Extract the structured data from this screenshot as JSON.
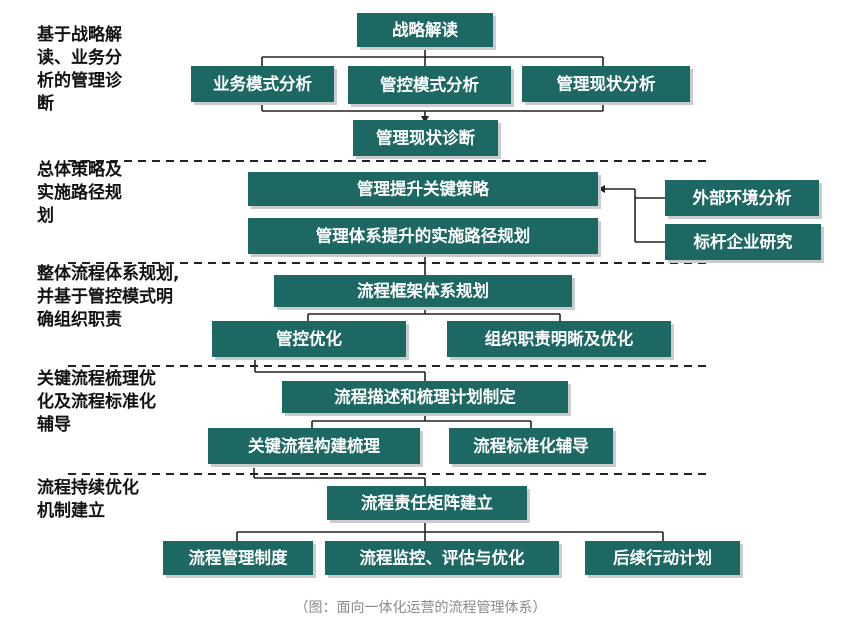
{
  "phases": [
    [
      "基于战略解",
      "读、业务分",
      "析的管理诊",
      "断"
    ],
    [
      "总体策略及",
      "实施路径规",
      "划"
    ],
    [
      "整体流程体系规划,",
      "并基于管控模式明",
      "确组织职责"
    ],
    [
      "关键流程梳理优",
      "化及流程标准化",
      "辅导"
    ],
    [
      "流程持续优化",
      "机制建立"
    ]
  ],
  "boxes": {
    "strategy_reading": "战略解读",
    "business_model_analysis": "业务模式分析",
    "control_model_analysis": "管控模式分析",
    "management_status_analysis": "管理现状分析",
    "management_diagnosis": "管理现状诊断",
    "key_strategy": "管理提升关键策略",
    "implementation_path": "管理体系提升的实施路径规划",
    "external_environment": "外部环境分析",
    "benchmark_research": "标杆企业研究",
    "process_framework": "流程框架体系规划",
    "control_optimization": "管控优化",
    "org_responsibility": "组织职责明晰及优化",
    "process_plan": "流程描述和梳理计划制定",
    "key_process": "关键流程构建梳理",
    "standardization": "流程标准化辅导",
    "responsibility_matrix": "流程责任矩阵建立",
    "process_system": "流程管理制度",
    "monitoring": "流程监控、评估与优化",
    "follow_up": "后续行动计划"
  },
  "caption": "（图：面向一体化运营的流程管理体系）"
}
